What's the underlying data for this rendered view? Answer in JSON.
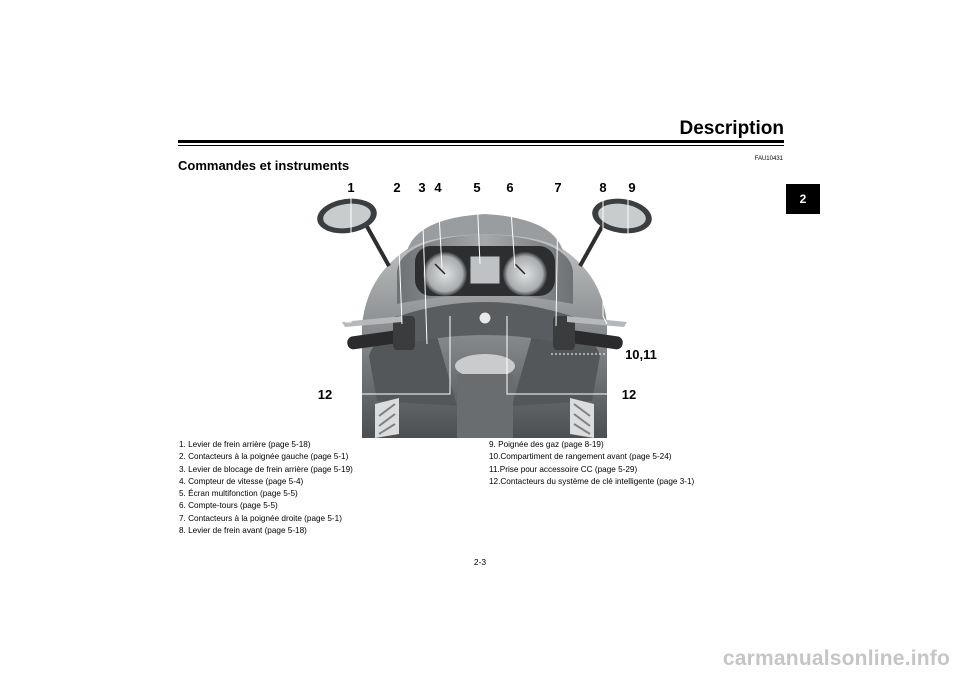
{
  "header": {
    "title": "Description",
    "tab_number": "2"
  },
  "section": {
    "heading": "Commandes et instruments",
    "ref_code": "FAU10431"
  },
  "callouts": {
    "top": [
      "1",
      "2",
      "3",
      "4",
      "5",
      "6",
      "7",
      "8",
      "9"
    ],
    "right": "10,11",
    "bottom_left": "12",
    "bottom_right": "12"
  },
  "legend_left": [
    "1.  Levier de frein arrière (page 5-18)",
    "2.  Contacteurs à la poignée gauche (page 5-1)",
    "3.  Levier de blocage de frein arrière (page 5-19)",
    "4.  Compteur de vitesse (page 5-4)",
    "5.  Écran multifonction (page 5-5)",
    "6.  Compte-tours (page 5-5)",
    "7.  Contacteurs à la poignée droite (page 5-1)",
    "8.  Levier de frein avant (page 5-18)"
  ],
  "legend_right": [
    "9.  Poignée des gaz (page 8-19)",
    "10.Compartiment de rangement avant (page 5-24)",
    "11.Prise pour accessoire CC (page 5-29)",
    "12.Contacteurs du système de clé intelligente (page 3-1)"
  ],
  "page_number": "2-3",
  "watermark": "carmanualsonline.info"
}
